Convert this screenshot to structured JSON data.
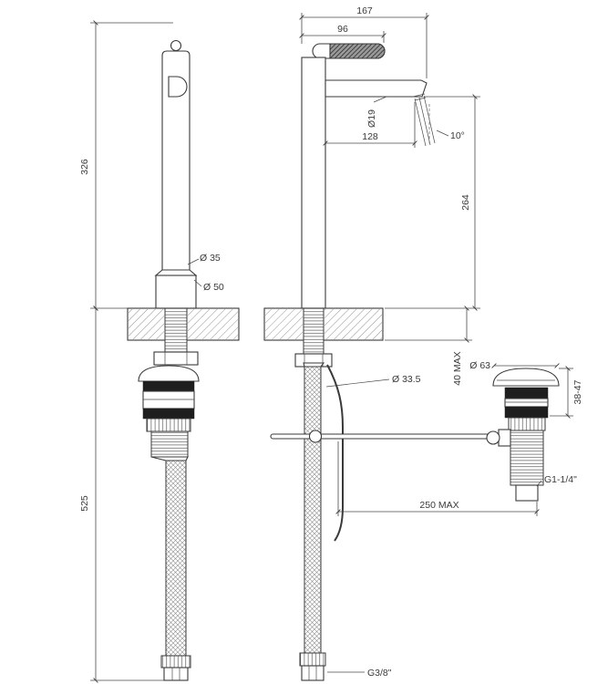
{
  "drawing": {
    "type": "faucet-technical-drawing",
    "background": "#ffffff",
    "line_color": "#3a3a3a",
    "views": {
      "front": {
        "name": "front view with supply hose",
        "dims": {
          "height_above_deck": "326",
          "height_below_deck": "525",
          "body_diameter": "Ø 35",
          "base_diameter": "Ø 50"
        }
      },
      "side": {
        "name": "side view with pop-up rod",
        "dims": {
          "total_depth": "167",
          "handle_length": "96",
          "spout_diameter": "Ø19",
          "spout_reach": "128",
          "spray_angle": "10°",
          "spout_height": "264",
          "deck_thickness_max": "40 MAX",
          "hole_diameter": "Ø 33.5",
          "rod_reach_max": "250 MAX",
          "inlet_thread": "G3/8\""
        }
      },
      "drain": {
        "name": "pop-up waste assembly",
        "dims": {
          "cap_diameter": "Ø 63",
          "cap_height_range": "38-47",
          "waste_thread": "G1-1/4\""
        }
      }
    }
  }
}
